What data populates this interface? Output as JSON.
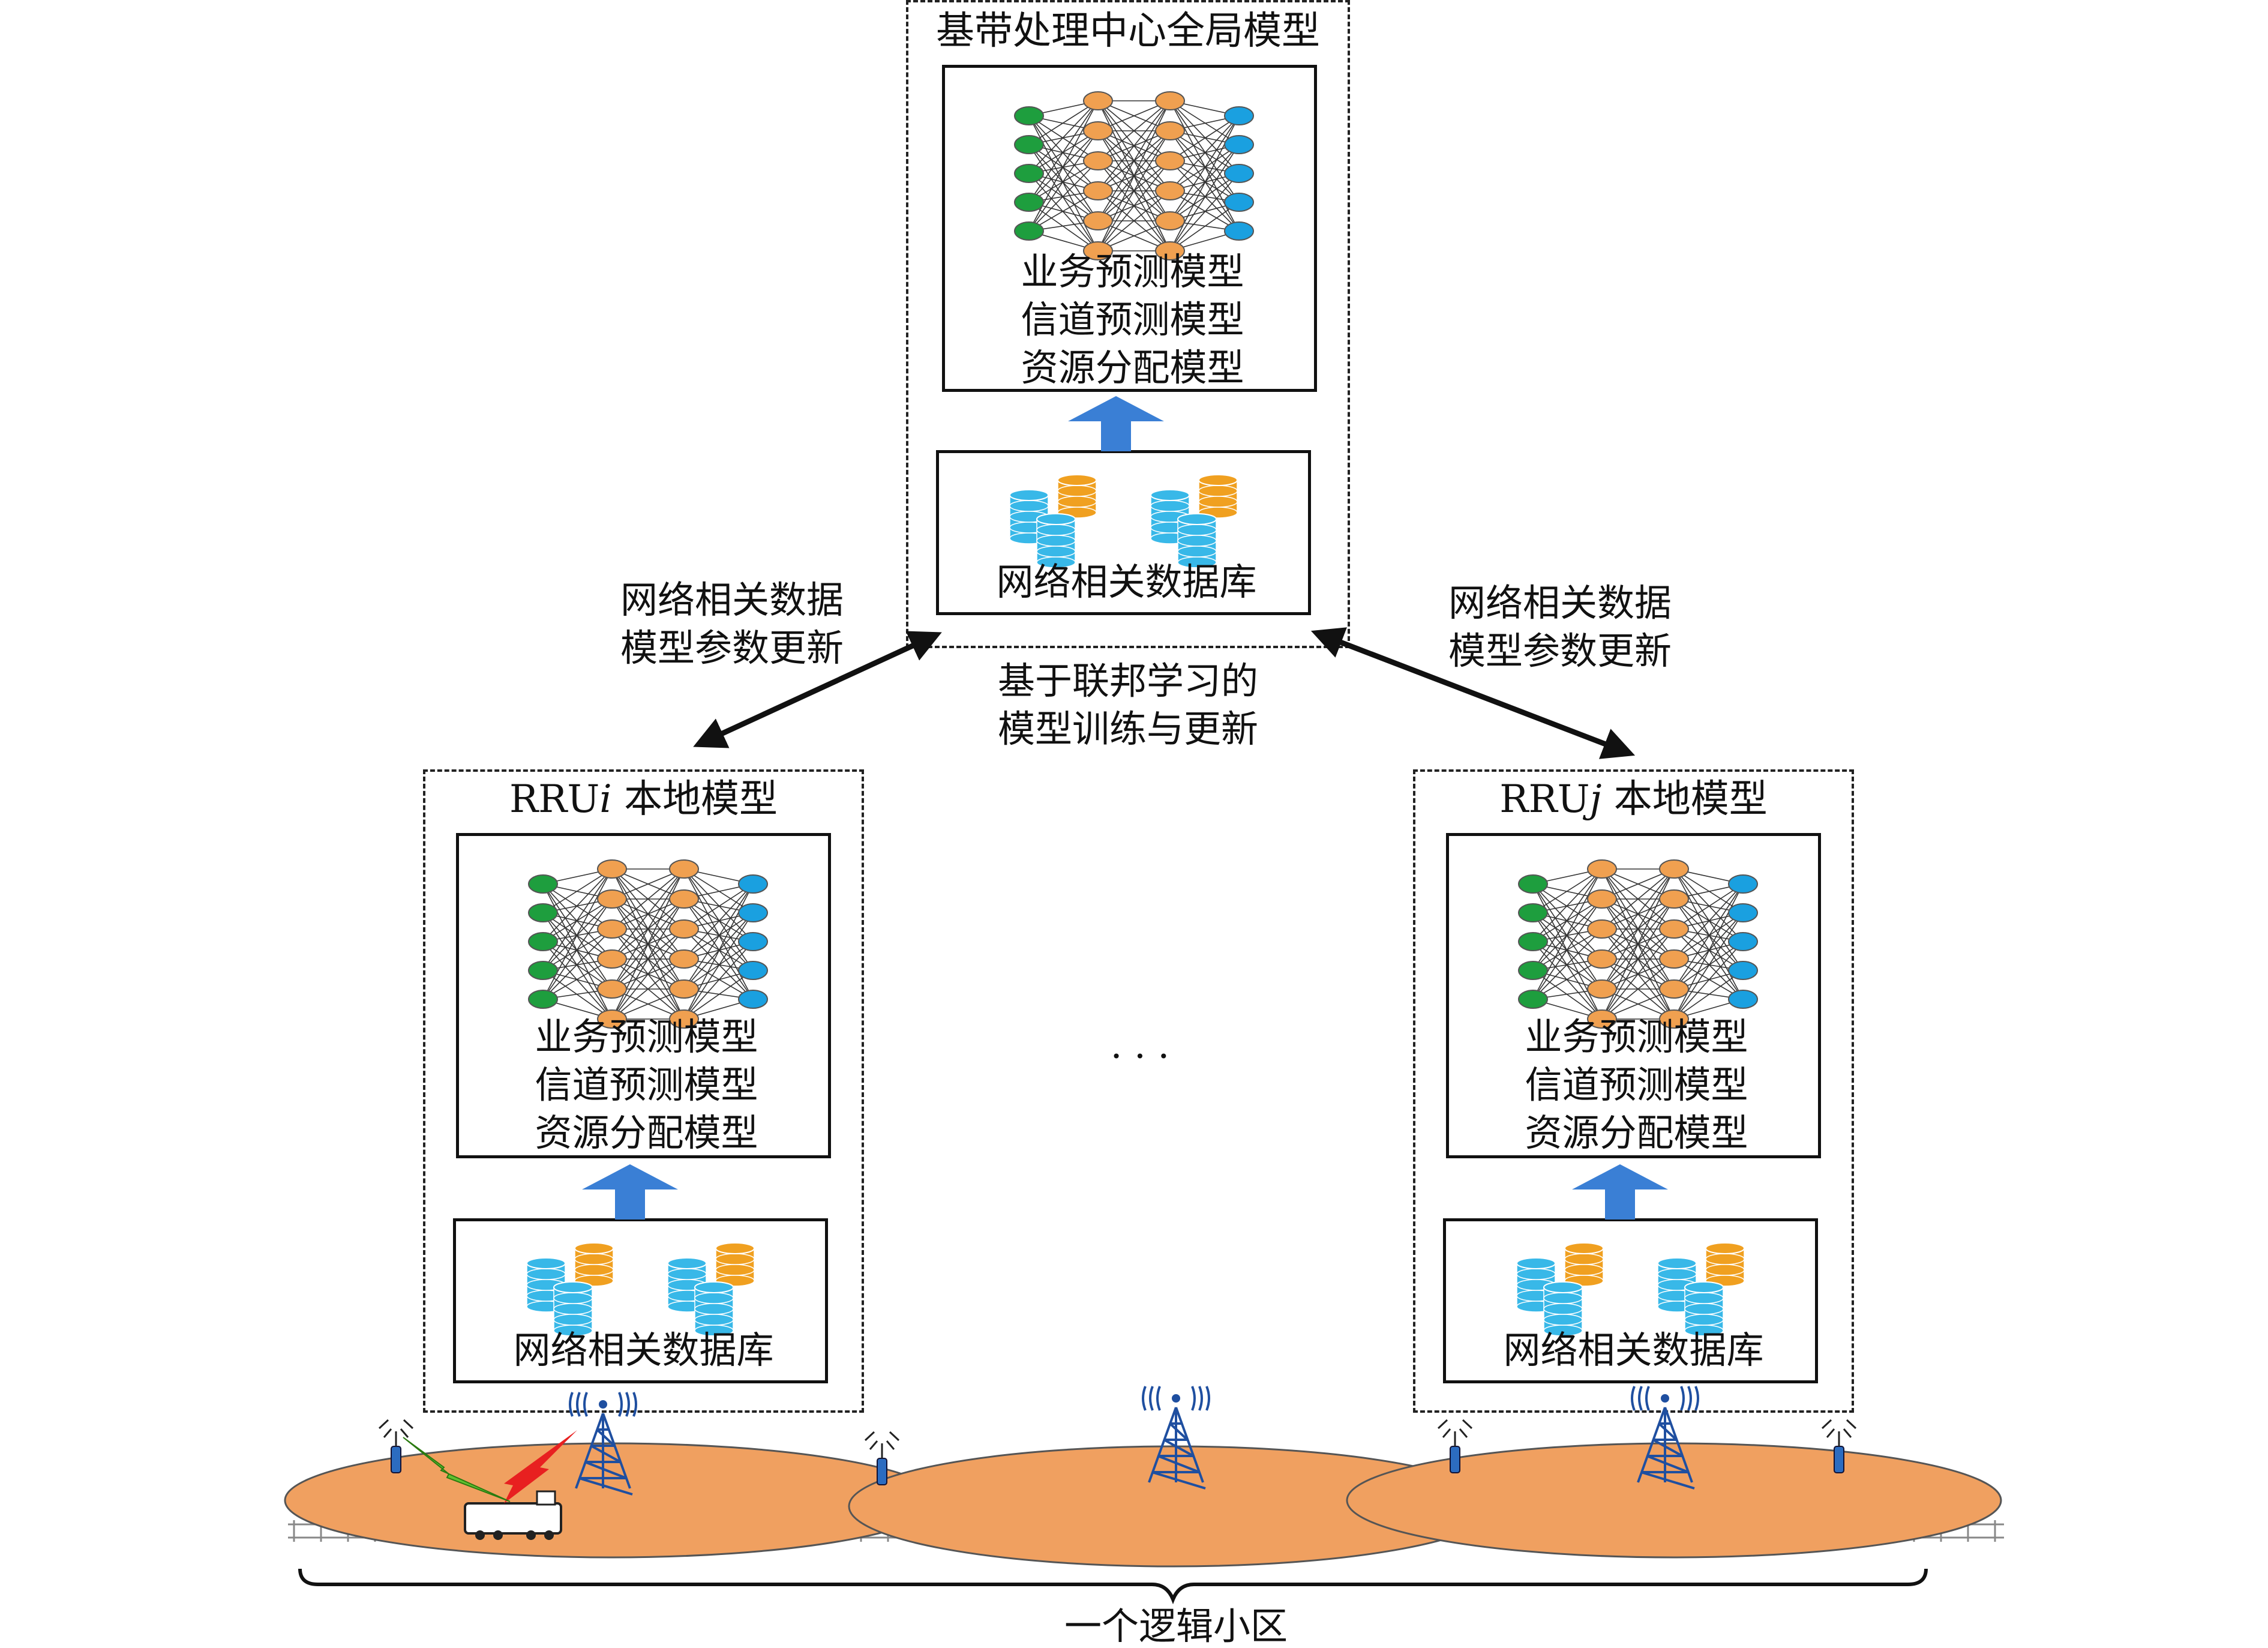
{
  "central": {
    "title": "基带处理中心全局模型",
    "models": [
      "业务预测模型",
      "信道预测模型",
      "资源分配模型"
    ],
    "db_label": "网络相关数据库",
    "center_caption": [
      "基于联邦学习的",
      "模型训练与更新"
    ]
  },
  "rru_i": {
    "title_prefix": "RRU",
    "title_var": "i",
    "title_suffix": " 本地模型",
    "models": [
      "业务预测模型",
      "信道预测模型",
      "资源分配模型"
    ],
    "db_label": "网络相关数据库"
  },
  "rru_j": {
    "title_prefix": "RRU",
    "title_var": "j",
    "title_suffix": " 本地模型",
    "models": [
      "业务预测模型",
      "信道预测模型",
      "资源分配模型"
    ],
    "db_label": "网络相关数据库"
  },
  "left_link": [
    "网络相关数据",
    "模型参数更新"
  ],
  "right_link": [
    "网络相关数据",
    "模型参数更新"
  ],
  "ellipsis": "· · ·",
  "bottom_label": "一个逻辑小区",
  "colors": {
    "input_node": "#1e9e3e",
    "hidden_node": "#f0a050",
    "output_node": "#1aa0e0",
    "arrow_up": "#3a7fd5",
    "cell": "#f0a060",
    "db_blue": "#38b8e8",
    "db_orange": "#f0a020"
  },
  "icons": [
    "neural-network-icon",
    "database-icon",
    "tower-icon",
    "rru-antenna-icon",
    "train-icon",
    "lightning-icon"
  ]
}
